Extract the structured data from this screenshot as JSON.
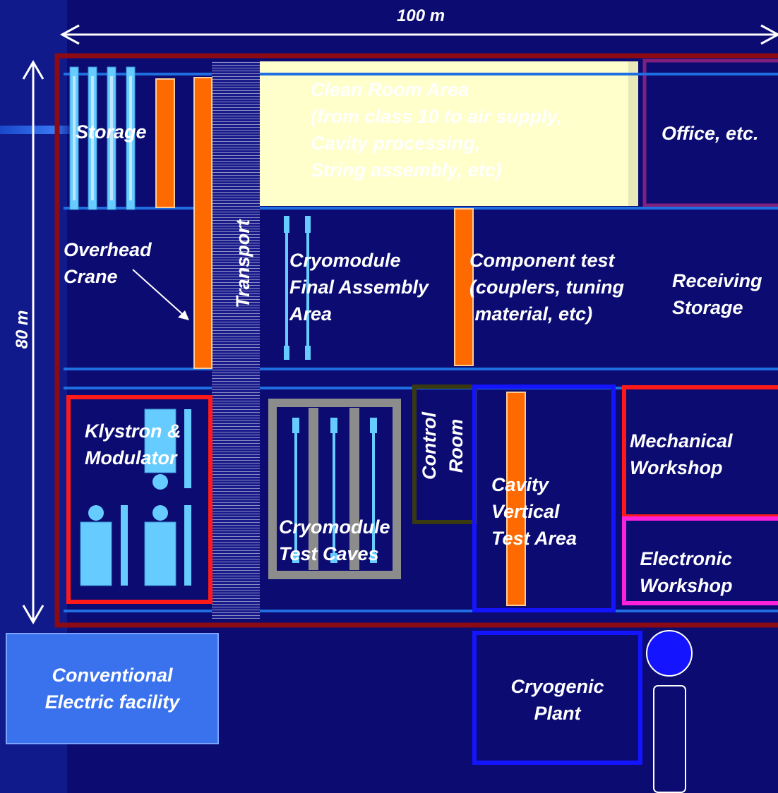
{
  "dimensions": {
    "width": "100 m",
    "height": "80 m"
  },
  "labels": {
    "storage": "Storage",
    "clean_room": "Clean Room Area\n(from class 10 to air supply,\nCavity processing,\nString assembly, etc)",
    "office": "Office, etc.",
    "overhead_crane": "Overhead\nCrane",
    "transport": "Transport",
    "final_assembly": "Cryomodule\nFinal Assembly\nArea",
    "component_test": "Component test\n(couplers, tuning\n material, etc)",
    "receiving": "Receiving\nStorage",
    "klystron": "Klystron &\nModulator",
    "test_caves": "Cryomodule\nTest Caves",
    "control_room": "Control\nRoom",
    "vertical_test": "Cavity\nVertical\nTest Area",
    "mech_workshop": "Mechanical\nWorkshop",
    "elec_workshop": "Electronic\nWorkshop",
    "conventional": "Conventional\nElectric facility",
    "cryo_plant": "Cryogenic\nPlant"
  },
  "colors": {
    "background": "#0b0b72",
    "building_outline": "#8b0a14",
    "clean_room_fill": "#ffffcc",
    "orange_component": "#ff6a00",
    "light_blue_equipment": "#66ccff",
    "grid_line": "#1f6fe0",
    "red_box": "#ff1a1a",
    "blue_box": "#1414ff",
    "magenta_box": "#ff22dd",
    "purple_box": "#80207e",
    "gray_box": "#8c8c8c",
    "dark_box": "#3a3a10",
    "conventional_fill": "#3a72ee"
  }
}
